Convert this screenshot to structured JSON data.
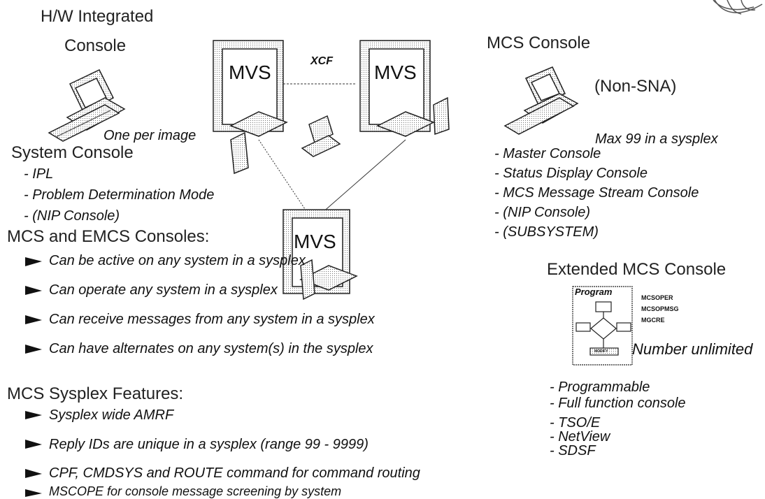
{
  "hw_console": {
    "title_line1": "H/W Integrated",
    "title_line2": "Console",
    "one_per_image": "One per image"
  },
  "system_console": {
    "title": "System Console",
    "items": [
      "- IPL",
      "- Problem Determination Mode",
      "- (NIP Console)"
    ]
  },
  "diagram": {
    "mvs_label": "MVS",
    "xcf_label": "XCF"
  },
  "mcs_console": {
    "title": "MCS Console",
    "subtitle": "(Non-SNA)",
    "max_note": "Max 99 in a sysplex",
    "items": [
      "- Master Console",
      "- Status Display Console",
      "- MCS Message Stream Console",
      "- (NIP Console)",
      "- (SUBSYSTEM)"
    ]
  },
  "mcs_emcs": {
    "title": "MCS and EMCS Consoles:",
    "bullets": [
      "Can be active on any system in a sysplex",
      "Can operate any system in a sysplex",
      "Can receive messages from any system in a sysplex",
      "Can have alternates on any system(s) in the sysplex"
    ]
  },
  "extended_mcs": {
    "title": "Extended MCS Console",
    "program_label": "Program",
    "program_inner": "MODIFY",
    "codes": [
      "MCSOPER",
      "MCSOPMSG",
      "MGCRE"
    ],
    "number_note": "Number unlimited",
    "items": [
      "- Programmable",
      "- Full function console",
      "- TSO/E",
      "- NetView",
      "- SDSF"
    ]
  },
  "sysplex_features": {
    "title": "MCS Sysplex Features:",
    "bullets": [
      "Sysplex wide AMRF",
      "Reply IDs are unique in a sysplex (range 99 - 9999)",
      "CPF, CMDSYS and ROUTE command for command routing",
      "MSCOPE for console message screening by system"
    ]
  }
}
